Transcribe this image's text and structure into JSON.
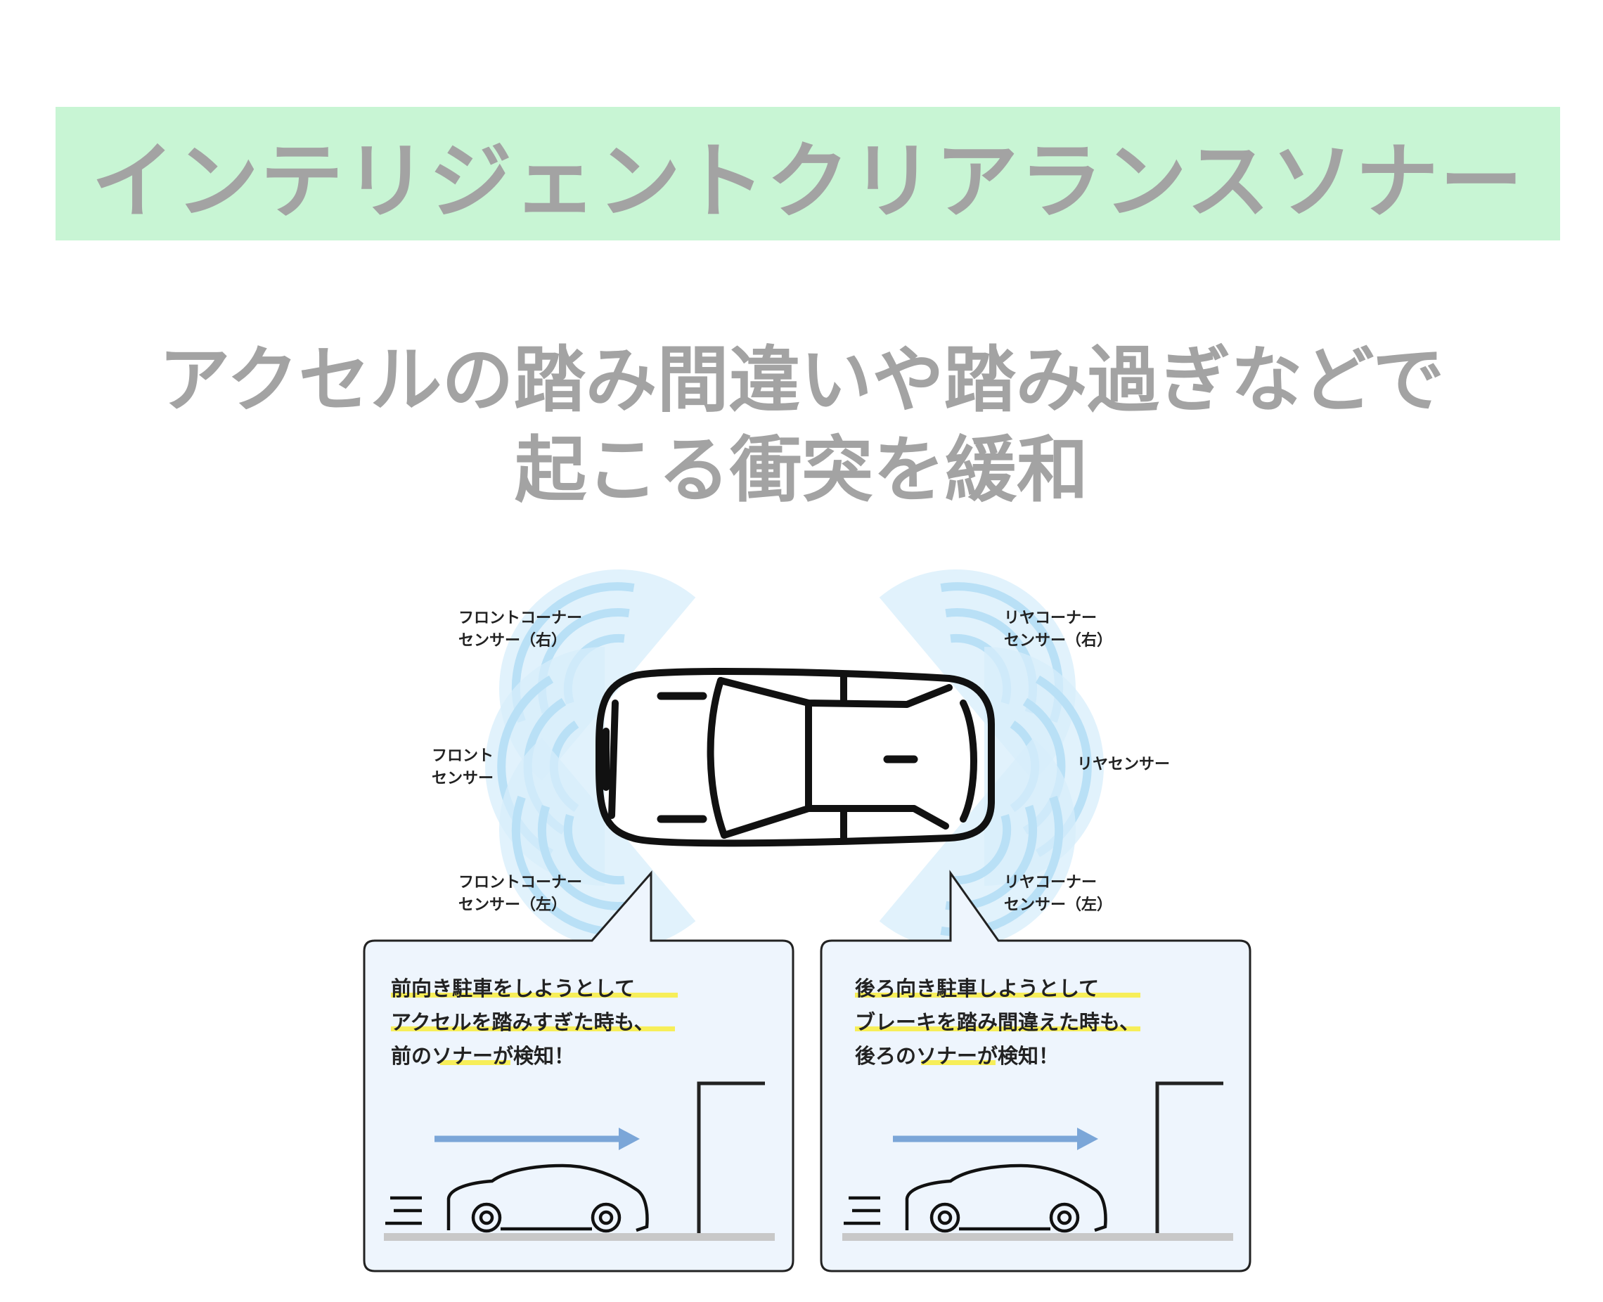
{
  "title": "インテリジェントクリアランスソナー",
  "subtitle": {
    "line1": "アクセルの踏み間違いや踏み過ぎなどで",
    "line2": "起こる衝突を緩和"
  },
  "sensors": {
    "front_corner_right": [
      "フロントコーナー",
      "センサー（右）"
    ],
    "front": [
      "フロント",
      "センサー"
    ],
    "front_corner_left": [
      "フロントコーナー",
      "センサー（左）"
    ],
    "rear_corner_right": [
      "リヤコーナー",
      "センサー（右）"
    ],
    "rear": "リヤセンサー",
    "rear_corner_left": [
      "リヤコーナー",
      "センサー（左）"
    ]
  },
  "callouts": {
    "forward": [
      "前向き駐車をしようとして",
      "アクセルを踏みすぎた時も、",
      "前のソナーが検知！"
    ],
    "backward": [
      "後ろ向き駐車しようとして",
      "ブレーキを踏み間違えた時も、",
      "後ろのソナーが検知！"
    ]
  },
  "colors": {
    "title_band": "#c8f5d4",
    "heading_text": "#a3a3a3",
    "sensor_wave": "#b9e0f6",
    "callout_bg": "#eef5fd",
    "arrow": "#7ba6d8",
    "highlight": "#f7ee59"
  }
}
